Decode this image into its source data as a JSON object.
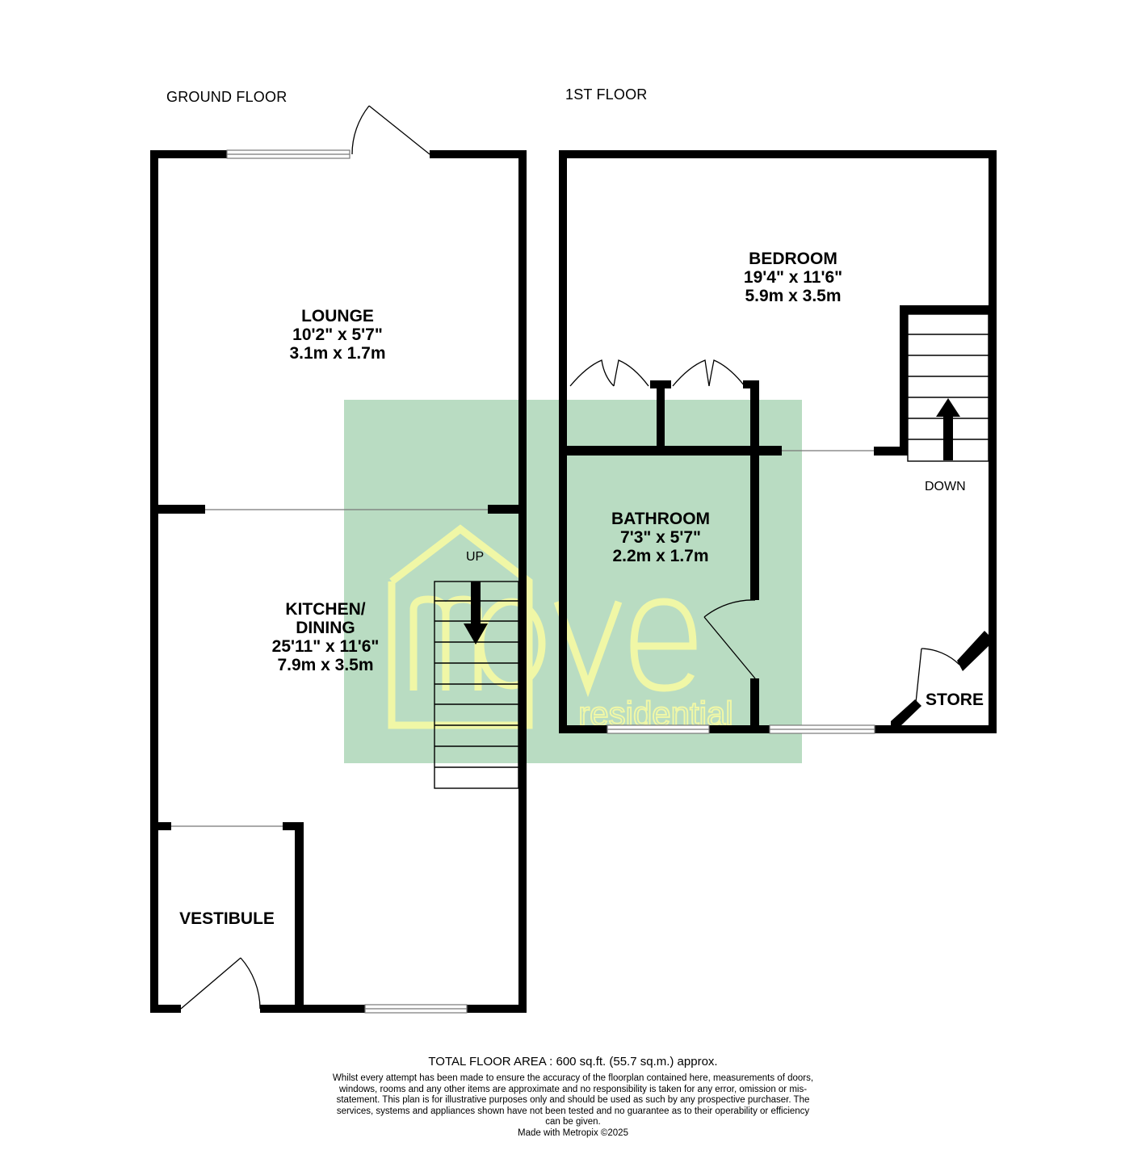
{
  "floors": {
    "ground": {
      "label": "GROUND FLOOR"
    },
    "first": {
      "label": "1ST FLOOR"
    }
  },
  "rooms": {
    "lounge": {
      "name": "LOUNGE",
      "imperial": "10'2\"  x 5'7\"",
      "metric": "3.1m  x 1.7m"
    },
    "kitchen": {
      "name_line1": "KITCHEN/",
      "name_line2": "DINING",
      "imperial": "25'11\"  x 11'6\"",
      "metric": "7.9m  x 3.5m"
    },
    "vestibule": {
      "name": "VESTIBULE"
    },
    "bedroom": {
      "name": "BEDROOM",
      "imperial": "19'4\"  x 11'6\"",
      "metric": "5.9m  x 3.5m"
    },
    "bathroom": {
      "name": "BATHROOM",
      "imperial": "7'3\"  x 5'7\"",
      "metric": "2.2m  x 1.7m"
    },
    "store": {
      "name": "STORE"
    }
  },
  "stairs": {
    "up_label": "UP",
    "down_label": "DOWN"
  },
  "watermark": {
    "word": "move",
    "sub": "residential",
    "color": "#b9dcc2",
    "line_color": "#f0f7a6"
  },
  "footer": {
    "total_area": "TOTAL FLOOR AREA : 600 sq.ft. (55.7 sq.m.) approx.",
    "disclaimer": "Whilst every attempt has been made to ensure the accuracy of the floorplan contained here, measurements of doors, windows, rooms and any other items are approximate and no responsibility is taken for any error, omission or mis-statement. This plan is for illustrative purposes only and should be used as such by any prospective purchaser. The services, systems and appliances shown have not been tested and no guarantee as to their operability or efficiency can be given.",
    "credit": "Made with Metropix ©2025"
  }
}
